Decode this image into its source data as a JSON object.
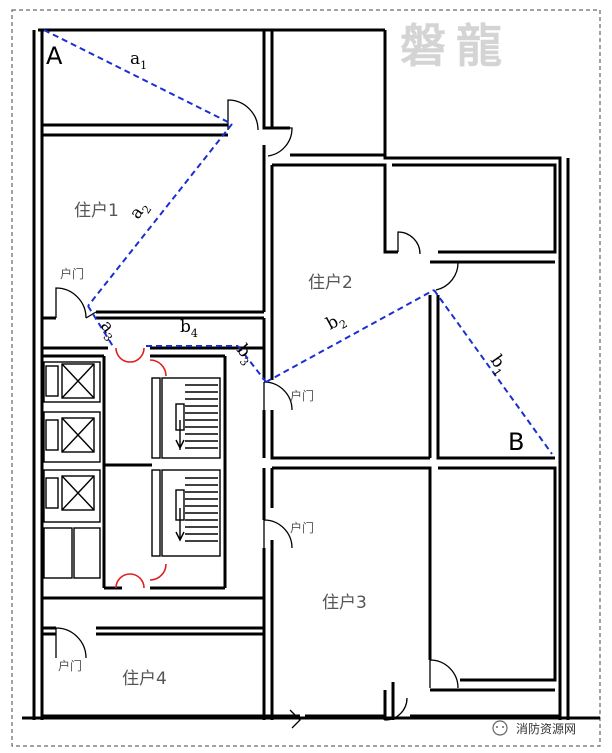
{
  "watermark": "磐龍",
  "points": {
    "A": "A",
    "B": "B"
  },
  "rooms": {
    "r1": "住户1",
    "r2": "住户2",
    "r3": "住户3",
    "r4": "住户4"
  },
  "door_label": "户门",
  "segments": {
    "a1": {
      "letter": "a",
      "sub": "1"
    },
    "a2": {
      "letter": "a",
      "sub": "2"
    },
    "a3": {
      "letter": "a",
      "sub": "3"
    },
    "b1": {
      "letter": "b",
      "sub": "1"
    },
    "b2": {
      "letter": "b",
      "sub": "2"
    },
    "b3": {
      "letter": "b",
      "sub": "3"
    },
    "b4": {
      "letter": "b",
      "sub": "4"
    }
  },
  "credit": "消防资源网",
  "colors": {
    "route": "#1a2fd0",
    "fire_door": "#e02020",
    "wall": "#000000"
  }
}
